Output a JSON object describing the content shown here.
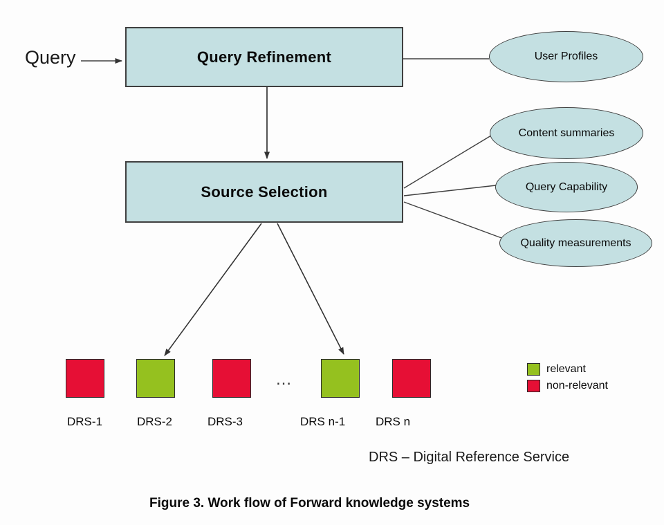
{
  "colors": {
    "node_fill": "#c4e0e2",
    "node_border": "#3f3f3f",
    "relevant": "#95c11f",
    "non_relevant": "#e60f35",
    "line": "#404040"
  },
  "flow": {
    "query_label": "Query",
    "boxes": [
      {
        "id": "query-refinement",
        "label": "Query Refinement"
      },
      {
        "id": "source-selection",
        "label": "Source Selection"
      }
    ],
    "ellipses": [
      {
        "id": "user-profiles",
        "label": "User Profiles"
      },
      {
        "id": "content-summaries",
        "label": "Content summaries"
      },
      {
        "id": "query-capability",
        "label": "Query Capability"
      },
      {
        "id": "quality-measurements",
        "label": "Quality measurements"
      }
    ],
    "drs_nodes": [
      {
        "label": "DRS-1",
        "status": "non-relevant"
      },
      {
        "label": "DRS-2",
        "status": "relevant"
      },
      {
        "label": "DRS-3",
        "status": "non-relevant"
      },
      {
        "label": "DRS n-1",
        "status": "relevant"
      },
      {
        "label": "DRS n",
        "status": "non-relevant"
      }
    ],
    "ellipsis": "…"
  },
  "legend": {
    "items": [
      {
        "label": "relevant",
        "status": "relevant"
      },
      {
        "label": "non-relevant",
        "status": "non-relevant"
      }
    ]
  },
  "notes": {
    "abbreviation": "DRS – Digital Reference Service",
    "caption": "Figure 3. Work flow of Forward knowledge systems"
  }
}
